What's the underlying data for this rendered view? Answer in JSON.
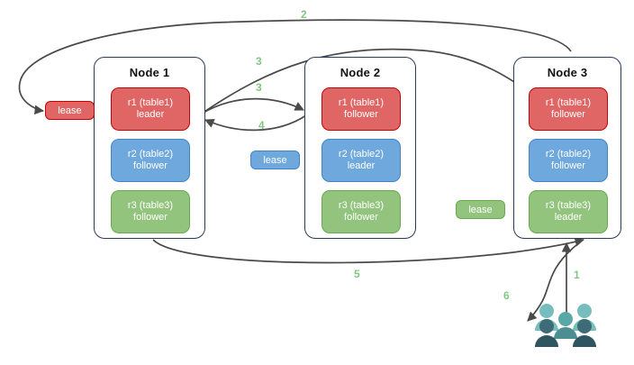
{
  "diagram": {
    "title": "",
    "colors": {
      "replica_red_fill": "#e06666",
      "replica_red_stroke": "#cc0000",
      "replica_blue_fill": "#6fa8dc",
      "replica_blue_stroke": "#3d85c6",
      "replica_green_fill": "#93c47d",
      "replica_green_stroke": "#6aa84f",
      "node_border": "#2b3a55",
      "edge_stroke": "#4a4a4a",
      "edge_label": "#82c782",
      "users_light": "#78bdbd",
      "users_dark": "#2f5561"
    }
  },
  "nodes": [
    {
      "title": "Node 1",
      "replicas": [
        {
          "name": "r1 (table1)",
          "role": "leader",
          "color": "red"
        },
        {
          "name": "r2 (table2)",
          "role": "follower",
          "color": "blue"
        },
        {
          "name": "r3 (table3)",
          "role": "follower",
          "color": "green"
        }
      ]
    },
    {
      "title": "Node 2",
      "replicas": [
        {
          "name": "r1 (table1)",
          "role": "follower",
          "color": "red"
        },
        {
          "name": "r2 (table2)",
          "role": "leader",
          "color": "blue"
        },
        {
          "name": "r3 (table3)",
          "role": "follower",
          "color": "green"
        }
      ]
    },
    {
      "title": "Node 3",
      "replicas": [
        {
          "name": "r1 (table1)",
          "role": "follower",
          "color": "red"
        },
        {
          "name": "r2 (table2)",
          "role": "follower",
          "color": "blue"
        },
        {
          "name": "r3 (table3)",
          "role": "leader",
          "color": "green"
        }
      ]
    }
  ],
  "leases": [
    {
      "label": "lease",
      "color": "red",
      "for_replica": "r1 (table1)"
    },
    {
      "label": "lease",
      "color": "blue",
      "for_replica": "r2 (table2)"
    },
    {
      "label": "lease",
      "color": "green",
      "for_replica": "r3 (table3)"
    }
  ],
  "edges": [
    {
      "label": "1",
      "from": "users",
      "to": "Node 3",
      "description": "client request to node 3"
    },
    {
      "label": "2",
      "from": "Node 3",
      "to": "lease-red",
      "description": "long arc from node 3 to the r1 lease"
    },
    {
      "label": "3",
      "from": "Node 1 r1",
      "to": "Node 3 r1",
      "description": "upper long arc between node 1 r1 and node 3 r1"
    },
    {
      "label": "3",
      "from": "Node 1 r1",
      "to": "Node 2 r1",
      "description": "short arc node 1 r1 to node 2 r1"
    },
    {
      "label": "4",
      "from": "Node 2 r1",
      "to": "Node 1 r1",
      "description": "return arc node 2 r1 to node 1 r1"
    },
    {
      "label": "5",
      "from": "Node 1",
      "to": "Node 3",
      "description": "bottom arc node 1 to node 3"
    },
    {
      "label": "6",
      "from": "Node 3",
      "to": "users",
      "description": "response arc back to the clients"
    }
  ],
  "users": {
    "name": "users-group",
    "count_depicted": 5
  }
}
